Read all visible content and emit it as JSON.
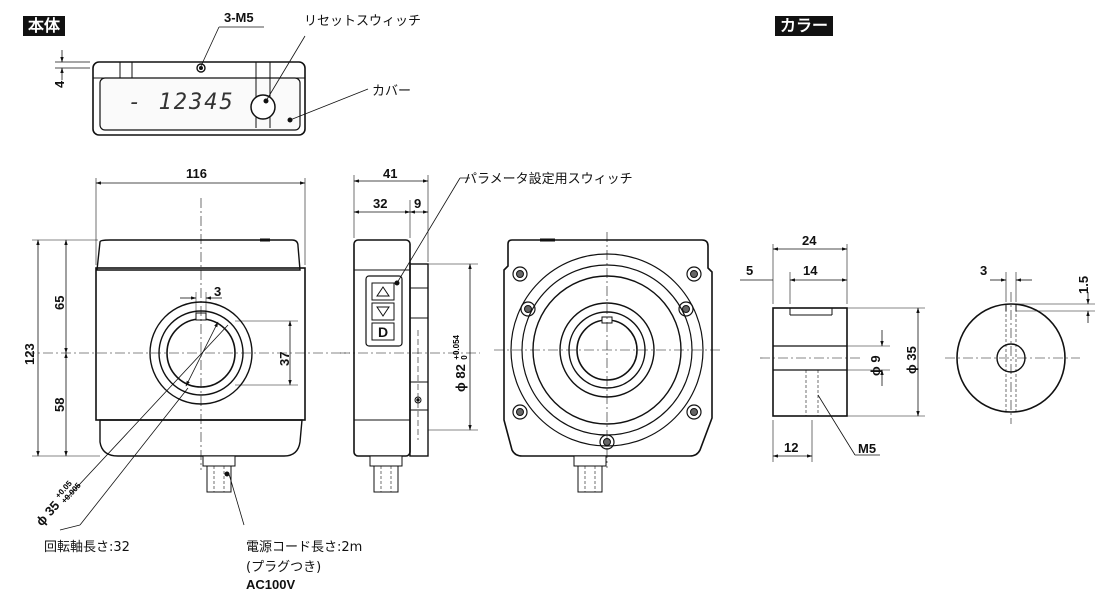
{
  "sections": {
    "body_tag": "本体",
    "collar_tag": "カラー"
  },
  "display": {
    "readout": "- 12345"
  },
  "callouts": {
    "screws": "3-M5",
    "reset_switch": "リセットスウィッチ",
    "cover": "カバー",
    "param_switch": "パラメータ設定用スウィッチ",
    "shaft_length": "回転軸長さ:32",
    "cord_length": "電源コード長さ:2m",
    "plug": "(プラグつき)",
    "voltage": "AC100V",
    "d_button": "D",
    "m5": "M5"
  },
  "dimensions": {
    "top_4": "4",
    "width_116": "116",
    "height_123": "123",
    "upper_65": "65",
    "lower_58": "58",
    "slot_3": "3",
    "inner_37": "37",
    "bore_phi": "ϕ 35",
    "bore_tol_upper": "+0.05",
    "bore_tol_lower": "+0.005",
    "side_41": "41",
    "side_32": "32",
    "side_9": "9",
    "flange_phi": "ϕ 82",
    "flange_tol_upper": "+0.054",
    "flange_tol_lower": "0",
    "collar_24": "24",
    "collar_5": "5",
    "collar_14": "14",
    "collar_12": "12",
    "collar_phi9": "ϕ 9",
    "collar_phi35": "ϕ 35",
    "collar_3": "3",
    "collar_1_5": "1.5"
  }
}
